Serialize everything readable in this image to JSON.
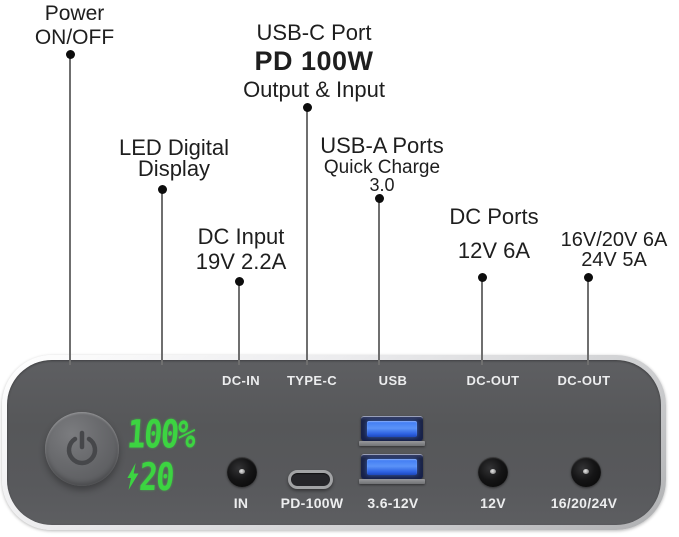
{
  "callouts": {
    "power": {
      "line1": "Power",
      "line2": "ON/OFF"
    },
    "usb_c": {
      "line1": "USB-C Port",
      "line2": "PD 100W",
      "line3": "Output & Input"
    },
    "led": {
      "line1": "LED Digital",
      "line2": "Display"
    },
    "usb_a": {
      "line1": "USB-A Ports",
      "line2": "Quick Charge",
      "line3": "3.0"
    },
    "dc_input": {
      "line1": "DC Input",
      "line2": "19V 2.2A"
    },
    "dc_ports": {
      "line1": "DC Ports",
      "line2": "12V 6A"
    },
    "dc_out_hv": {
      "line1": "16V/20V 6A",
      "line2": "24V 5A"
    }
  },
  "device": {
    "display": {
      "percent": "100%",
      "value": "20"
    },
    "ports": [
      {
        "label_top": "DC-IN",
        "label_bottom": "IN",
        "type": "barrel-jack"
      },
      {
        "label_top": "TYPE-C",
        "label_bottom": "PD-100W",
        "type": "usb-c"
      },
      {
        "label_top": "USB",
        "label_bottom": "3.6-12V",
        "type": "dual-usb-a"
      },
      {
        "label_top": "DC-OUT",
        "label_bottom": "12V",
        "type": "barrel-jack"
      },
      {
        "label_top": "DC-OUT",
        "label_bottom": "16/20/24V",
        "type": "barrel-jack"
      }
    ],
    "icons": {
      "power_button": "power-icon",
      "display_bolt": "lightning-bolt-icon"
    }
  },
  "colors": {
    "led_green": "#3cd441",
    "panel_gray": "#58595c",
    "usb_blue": "#2e62e2",
    "bezel_silver": "#d7d8da",
    "callout_text": "#1e1e1e",
    "panel_label_white": "#ecedee"
  }
}
